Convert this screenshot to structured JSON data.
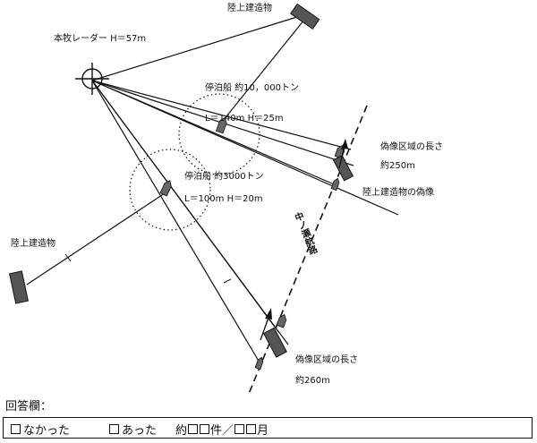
{
  "diagram": {
    "land_structure_top_label": "陸上建造物",
    "radar_label": "本牧レーダー H＝57m",
    "ship_large_label": "停泊船 約10，000トン",
    "ship_large_dims": "L＝140m H＝25m",
    "ship_small_label": "停泊船 約3000トン",
    "ship_small_dims": "L＝100m H＝20m",
    "land_structure_left_label": "陸上建造物",
    "image_zone_upper_label": "偽像区域の長さ",
    "image_zone_upper_length": "約250m",
    "land_structure_image_label": "陸上建造物の偽像",
    "channel_label": "中ノ瀬航路",
    "image_zone_lower_label": "偽像区域の長さ",
    "image_zone_lower_length": "約260m"
  },
  "answer": {
    "title": "回答欄：",
    "option_none": "なかった",
    "option_yes": "あった",
    "approx": "約",
    "count_unit": "件／",
    "month_unit": "月"
  }
}
